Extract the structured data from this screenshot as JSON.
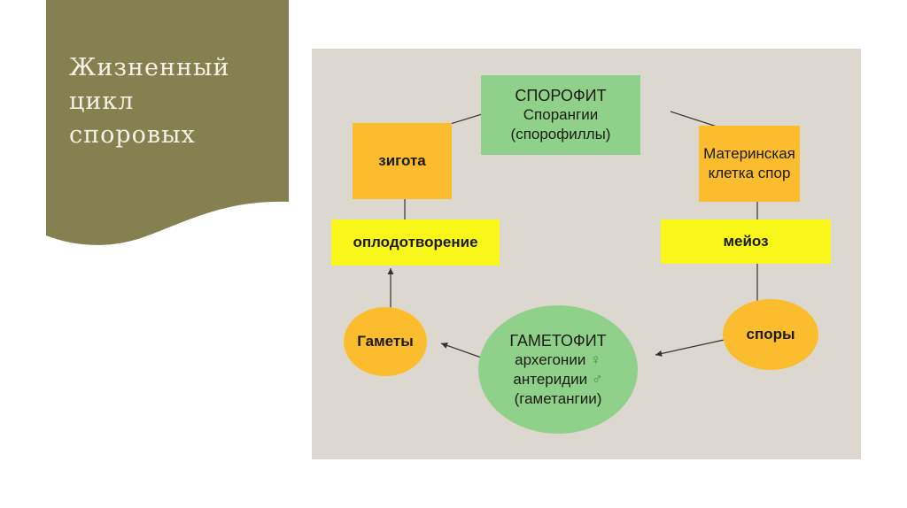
{
  "slide": {
    "title_lines": [
      "Жизненный",
      "цикл",
      "споровых"
    ],
    "colors": {
      "title_panel": "#85804f",
      "title_text": "#f4f1e6",
      "diagram_bg": "#dcd8cf",
      "green": "#8fd18b",
      "orange": "#fbbd2e",
      "yellow": "#f9f71a"
    }
  },
  "diagram": {
    "sporophyte": {
      "line1": "СПОРОФИТ",
      "line2": "Спорангии",
      "line3": "(спорофиллы)"
    },
    "mother_cell": {
      "line1": "Материнская",
      "line2": "клетка спор"
    },
    "meiosis": {
      "label": "мейоз"
    },
    "spores": {
      "label": "споры"
    },
    "gametophyte": {
      "line1": "ГАМЕТОФИТ",
      "line2": "архегонии",
      "line2_symbol": "♀",
      "line3": "антеридии",
      "line3_symbol": "♂",
      "line4": "(гаметангии)"
    },
    "gametes": {
      "label": "Гаметы"
    },
    "fertilization": {
      "label": "оплодотворение"
    },
    "zygote": {
      "label": "зигота"
    },
    "flow": [
      "СПОРОФИТ",
      "Материнская клетка спор",
      "мейоз",
      "споры",
      "ГАМЕТОФИТ",
      "Гаметы",
      "оплодотворение",
      "зигота",
      "СПОРОФИТ"
    ]
  }
}
